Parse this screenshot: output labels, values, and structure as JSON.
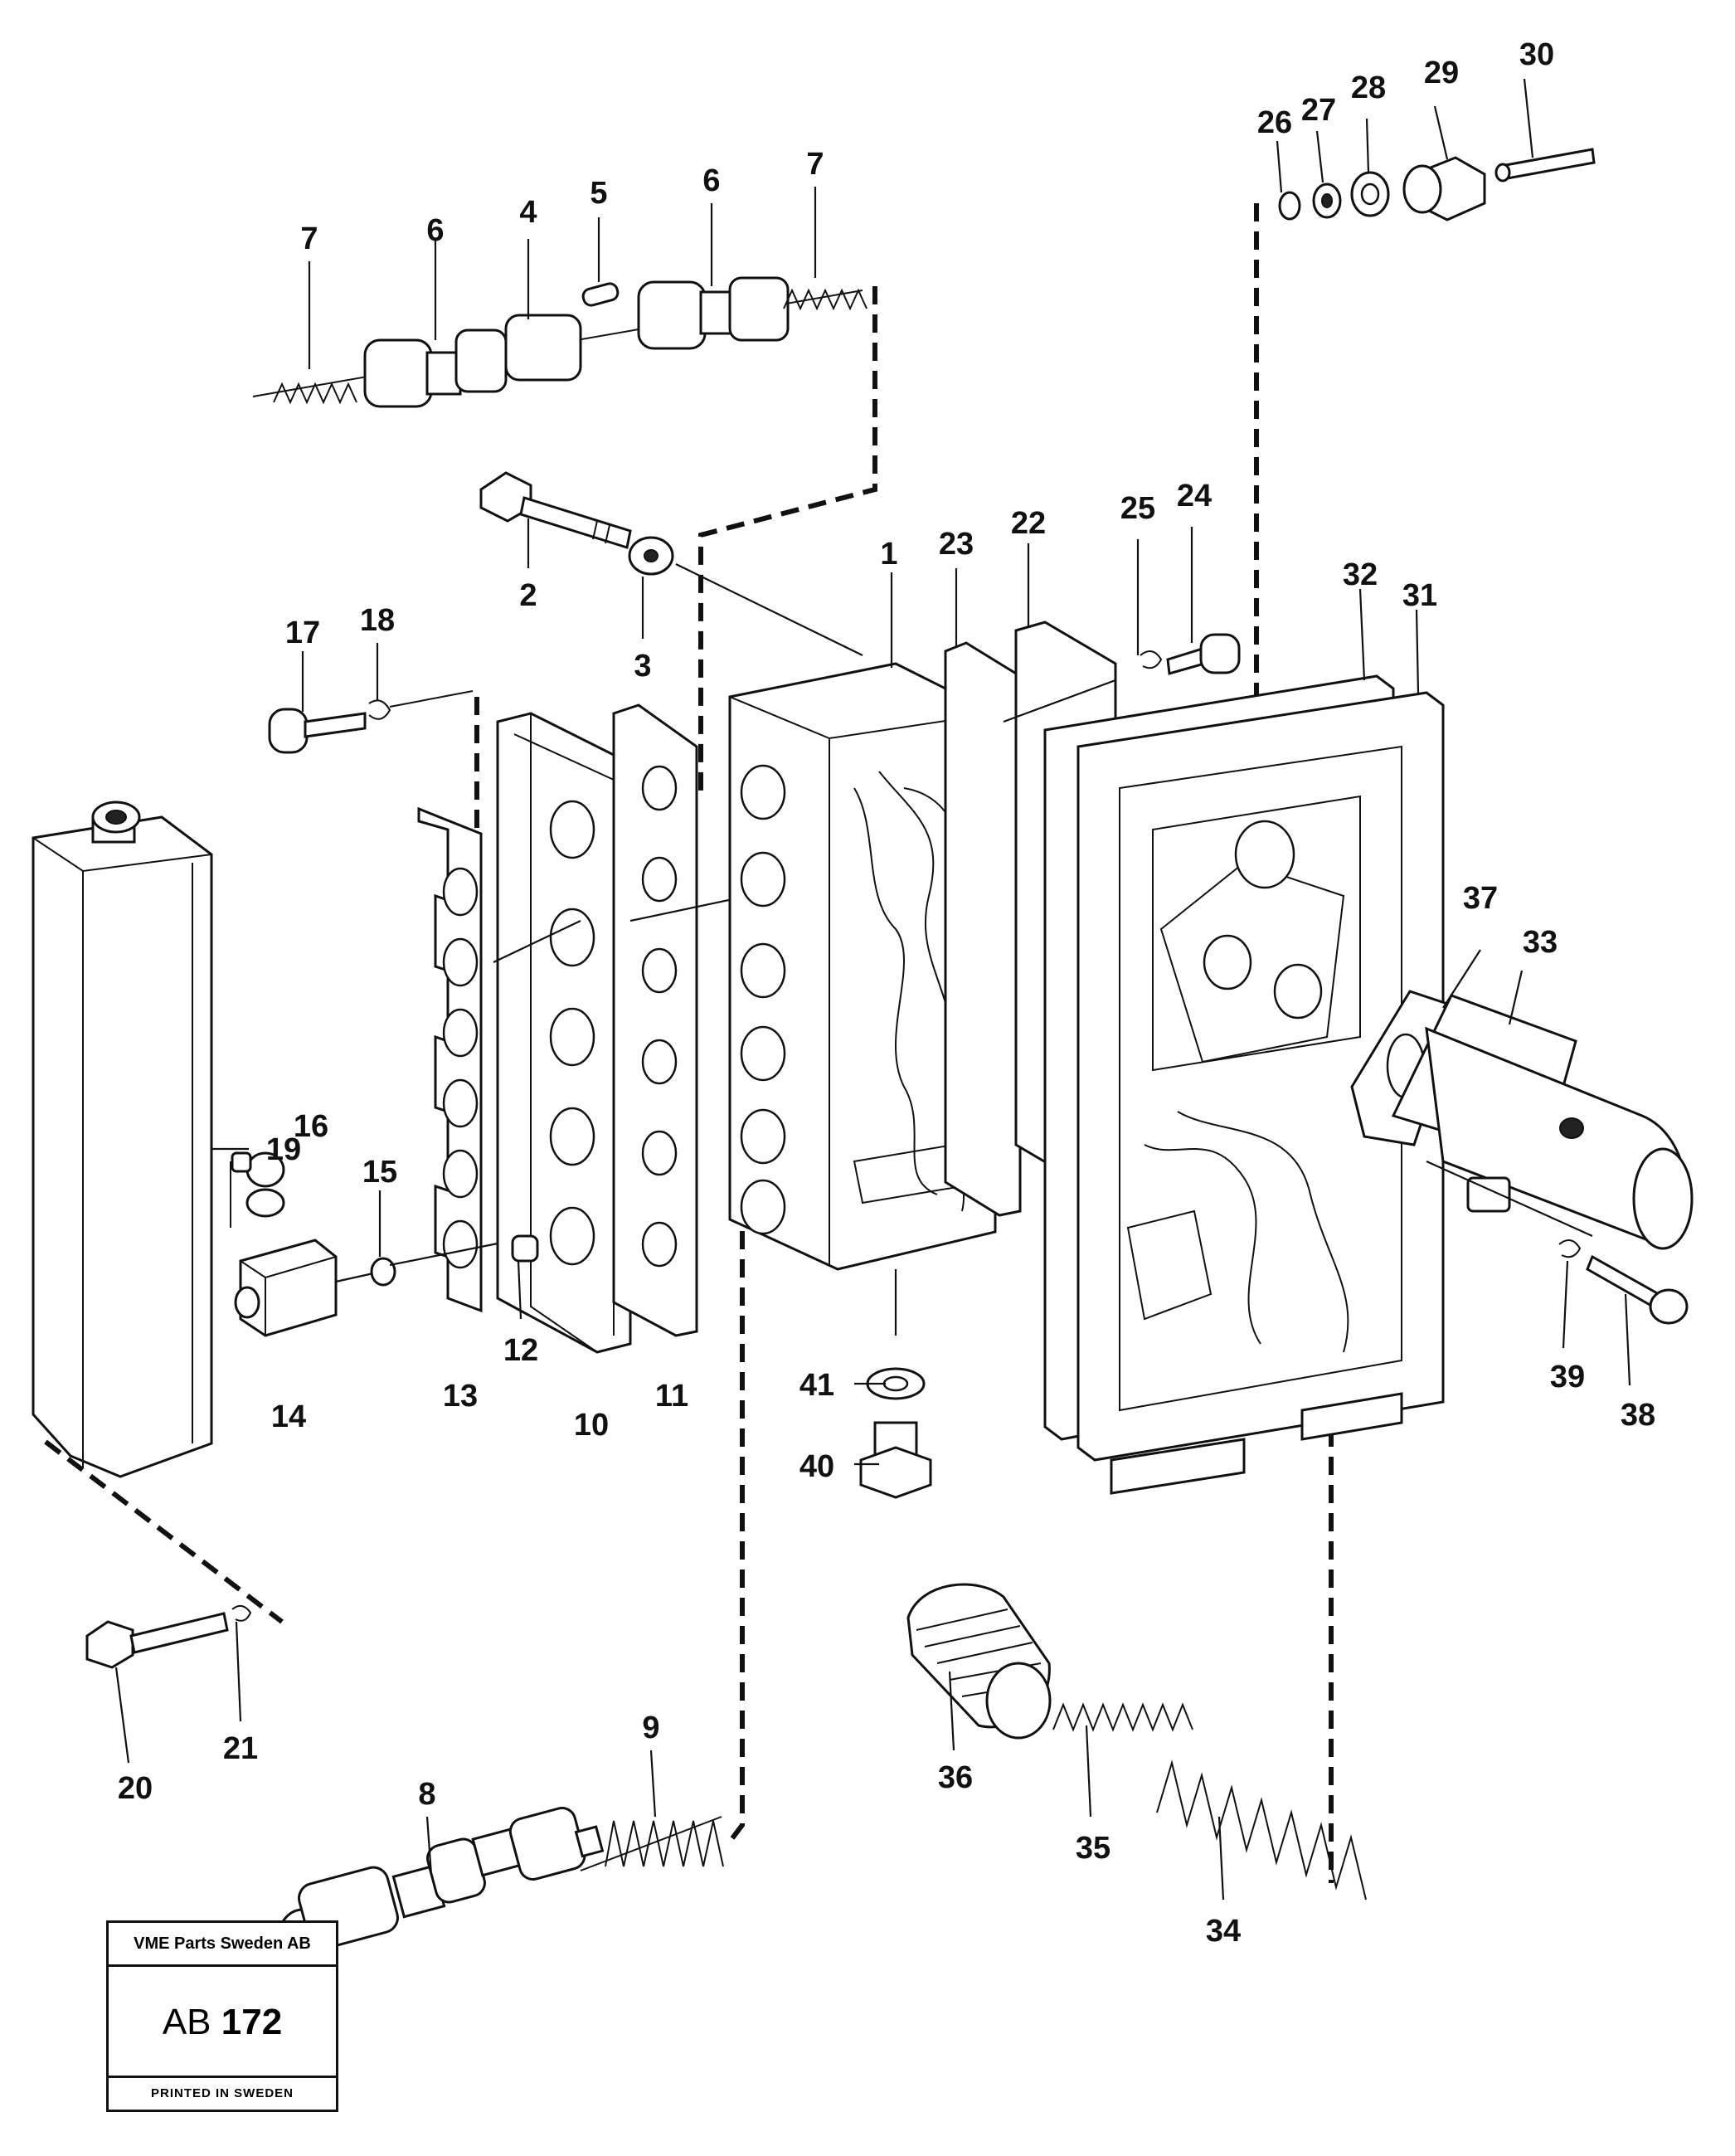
{
  "diagram": {
    "callouts": [
      "1",
      "2",
      "3",
      "4",
      "5",
      "6",
      "6",
      "7",
      "7",
      "8",
      "9",
      "10",
      "11",
      "12",
      "13",
      "14",
      "15",
      "16",
      "17",
      "18",
      "19",
      "20",
      "21",
      "22",
      "23",
      "24",
      "25",
      "26",
      "27",
      "28",
      "29",
      "30",
      "31",
      "32",
      "33",
      "34",
      "35",
      "36",
      "37",
      "38",
      "39",
      "40",
      "41"
    ]
  },
  "title_block": {
    "company": "VME Parts Sweden AB",
    "code_prefix": "AB",
    "code_number": "172",
    "printed": "PRINTED IN SWEDEN"
  }
}
